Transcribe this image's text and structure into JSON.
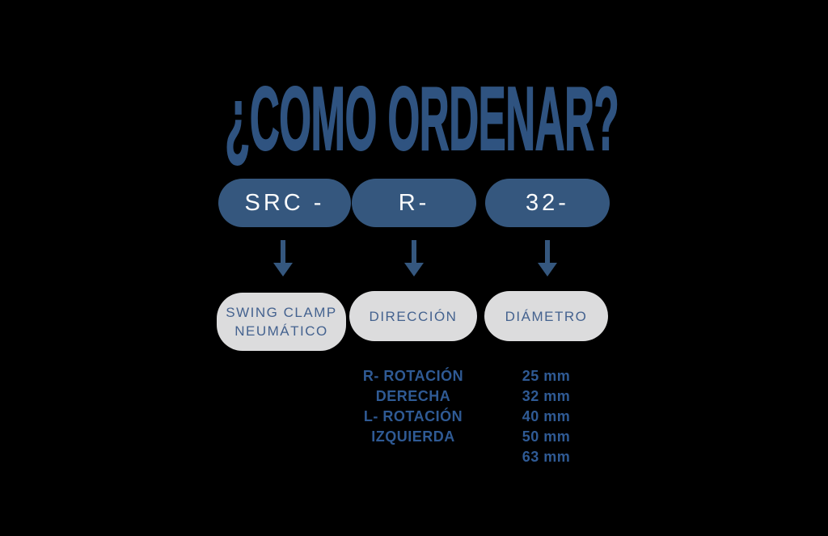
{
  "title": "¿COMO ORDENAR?",
  "colors": {
    "title_blue": "#2f5380",
    "pill_blue": "#35577e",
    "pill_blue_text": "#fafbfc",
    "pill_gray": "#dcdcdd",
    "pill_gray_text": "#44628f",
    "arrow_blue": "#35577e",
    "option_text_blue": "#2f5a94",
    "background": "#000000"
  },
  "columns": [
    {
      "code": "SRC -",
      "label": "SWING CLAMP NEUMÁTICO",
      "options": []
    },
    {
      "code": "R-",
      "label": "DIRECCIÓN",
      "options": [
        "R- ROTACIÓN",
        "DERECHA",
        "L- ROTACIÓN",
        "IZQUIERDA"
      ]
    },
    {
      "code": "32-",
      "label": "DIÁMETRO",
      "options": [
        "25 mm",
        "32 mm",
        "40 mm",
        "50 mm",
        "63 mm"
      ]
    }
  ]
}
